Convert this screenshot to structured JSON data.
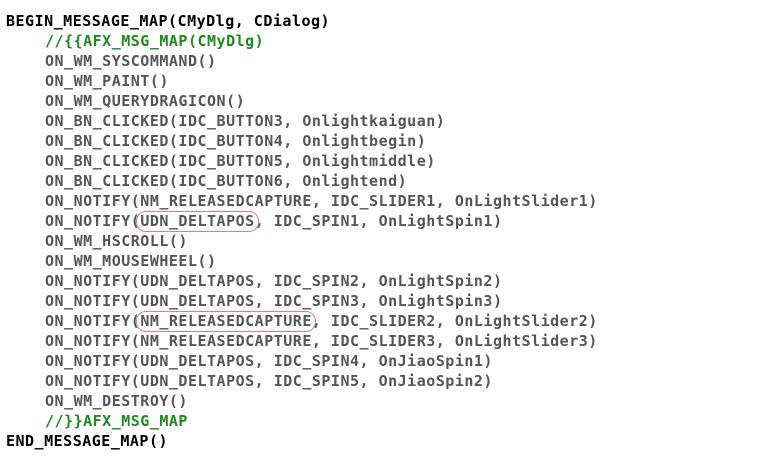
{
  "lines": [
    {
      "indent": false,
      "style": "top",
      "text": "BEGIN_MESSAGE_MAP(CMyDlg, CDialog)"
    },
    {
      "indent": true,
      "style": "comment",
      "text": "//{{AFX_MSG_MAP(CMyDlg)"
    },
    {
      "indent": true,
      "style": "code",
      "text": "ON_WM_SYSCOMMAND()"
    },
    {
      "indent": true,
      "style": "code",
      "text": "ON_WM_PAINT()"
    },
    {
      "indent": true,
      "style": "code",
      "text": "ON_WM_QUERYDRAGICON()"
    },
    {
      "indent": true,
      "style": "code",
      "text": "ON_BN_CLICKED(IDC_BUTTON3, Onlightkaiguan)"
    },
    {
      "indent": true,
      "style": "code",
      "text": "ON_BN_CLICKED(IDC_BUTTON4, Onlightbegin)"
    },
    {
      "indent": true,
      "style": "code",
      "text": "ON_BN_CLICKED(IDC_BUTTON5, Onlightmiddle)"
    },
    {
      "indent": true,
      "style": "code",
      "text": "ON_BN_CLICKED(IDC_BUTTON6, Onlightend)"
    },
    {
      "indent": true,
      "style": "code",
      "text": "ON_NOTIFY(NM_RELEASEDCAPTURE, IDC_SLIDER1, OnLightSlider1)"
    },
    {
      "indent": true,
      "style": "code",
      "before": "ON_NOTIFY(",
      "circled": "UDN_DELTAPOS",
      "after": ", IDC_SPIN1, OnLightSpin1)"
    },
    {
      "indent": true,
      "style": "code",
      "text": "ON_WM_HSCROLL()"
    },
    {
      "indent": true,
      "style": "code",
      "text": "ON_WM_MOUSEWHEEL()"
    },
    {
      "indent": true,
      "style": "code",
      "text": "ON_NOTIFY(UDN_DELTAPOS, IDC_SPIN2, OnLightSpin2)"
    },
    {
      "indent": true,
      "style": "code",
      "text": "ON_NOTIFY(UDN_DELTAPOS, IDC_SPIN3, OnLightSpin3)"
    },
    {
      "indent": true,
      "style": "code",
      "before": "ON_NOTIFY(",
      "circled": "NM_RELEASEDCAPTURE",
      "after": ", IDC_SLIDER2, OnLightSlider2)"
    },
    {
      "indent": true,
      "style": "code",
      "text": "ON_NOTIFY(NM_RELEASEDCAPTURE, IDC_SLIDER3, OnLightSlider3)"
    },
    {
      "indent": true,
      "style": "code",
      "text": "ON_NOTIFY(UDN_DELTAPOS, IDC_SPIN4, OnJiaoSpin1)"
    },
    {
      "indent": true,
      "style": "code",
      "text": "ON_NOTIFY(UDN_DELTAPOS, IDC_SPIN5, OnJiaoSpin2)"
    },
    {
      "indent": true,
      "style": "code",
      "text": "ON_WM_DESTROY()"
    },
    {
      "indent": true,
      "style": "comment",
      "text": "//}}AFX_MSG_MAP"
    },
    {
      "indent": false,
      "style": "top",
      "text": "END_MESSAGE_MAP()"
    }
  ]
}
